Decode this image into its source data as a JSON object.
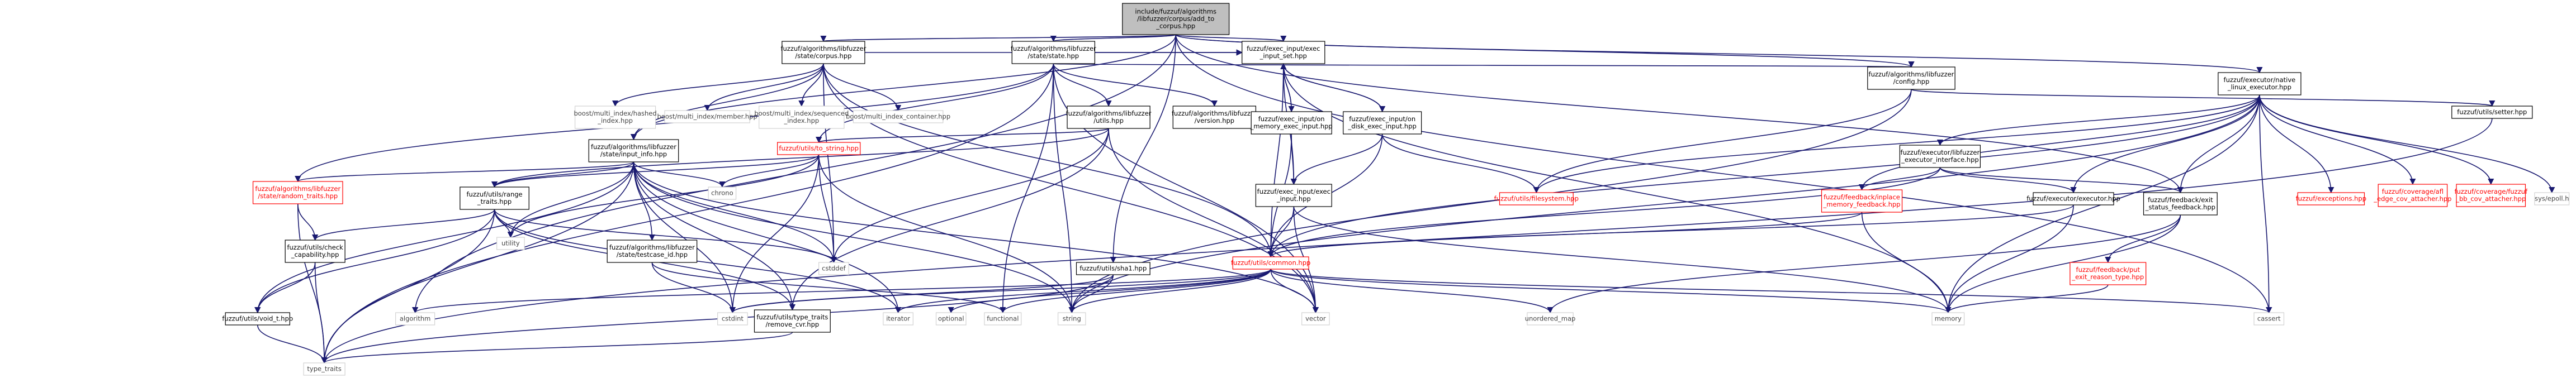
{
  "nodes": [
    {
      "id": "root",
      "lines": [
        "include/fuzzuf/algorithms",
        "/libfuzzer/corpus/add_to",
        "_corpus.hpp"
      ],
      "kind": "root"
    },
    {
      "id": "corpus",
      "lines": [
        "fuzzuf/algorithms/libfuzzer",
        "/state/corpus.hpp"
      ],
      "kind": "normal"
    },
    {
      "id": "state",
      "lines": [
        "fuzzuf/algorithms/libfuzzer",
        "/state/state.hpp"
      ],
      "kind": "normal"
    },
    {
      "id": "execinput_set",
      "lines": [
        "fuzzuf/exec_input/exec",
        "_input_set.hpp"
      ],
      "kind": "normal"
    },
    {
      "id": "config",
      "lines": [
        "fuzzuf/algorithms/libfuzzer",
        "/config.hpp"
      ],
      "kind": "normal"
    },
    {
      "id": "native_linux",
      "lines": [
        "fuzzuf/executor/native",
        "_linux_executor.hpp"
      ],
      "kind": "normal"
    },
    {
      "id": "utils_setter",
      "lines": [
        "fuzzuf/utils/setter.hpp"
      ],
      "kind": "normal"
    },
    {
      "id": "mi_hashed",
      "lines": [
        "boost/multi_index/hashed",
        "_index.hpp"
      ],
      "kind": "plain"
    },
    {
      "id": "mi_member",
      "lines": [
        "boost/multi_index/member.hpp"
      ],
      "kind": "plain"
    },
    {
      "id": "mi_sequenced",
      "lines": [
        "boost/multi_index/sequenced",
        "_index.hpp"
      ],
      "kind": "plain"
    },
    {
      "id": "mi_container",
      "lines": [
        "boost/multi_index_container.hpp"
      ],
      "kind": "plain"
    },
    {
      "id": "input_info",
      "lines": [
        "fuzzuf/algorithms/libfuzzer",
        "/state/input_info.hpp"
      ],
      "kind": "normal"
    },
    {
      "id": "lf_utils",
      "lines": [
        "fuzzuf/algorithms/libfuzzer",
        "/utils.hpp"
      ],
      "kind": "normal"
    },
    {
      "id": "version",
      "lines": [
        "fuzzuf/algorithms/libfuzzer",
        "/version.hpp"
      ],
      "kind": "normal"
    },
    {
      "id": "to_string",
      "lines": [
        "fuzzuf/utils/to_string.hpp"
      ],
      "kind": "red"
    },
    {
      "id": "mem_exec_input",
      "lines": [
        "fuzzuf/exec_input/on",
        "_memory_exec_input.hpp"
      ],
      "kind": "normal"
    },
    {
      "id": "disk_exec_input",
      "lines": [
        "fuzzuf/exec_input/on",
        "_disk_exec_input.hpp"
      ],
      "kind": "normal"
    },
    {
      "id": "executor_if",
      "lines": [
        "fuzzuf/executor/libfuzzer",
        "_executor_interface.hpp"
      ],
      "kind": "normal"
    },
    {
      "id": "random_traits",
      "lines": [
        "fuzzuf/algorithms/libfuzzer",
        "/state/random_traits.hpp"
      ],
      "kind": "red"
    },
    {
      "id": "range_traits",
      "lines": [
        "fuzzuf/utils/range",
        "_traits.hpp"
      ],
      "kind": "normal"
    },
    {
      "id": "chrono",
      "lines": [
        "chrono"
      ],
      "kind": "plain"
    },
    {
      "id": "exec_input",
      "lines": [
        "fuzzuf/exec_input/exec",
        "_input.hpp"
      ],
      "kind": "normal"
    },
    {
      "id": "filesystem",
      "lines": [
        "fuzzuf/utils/filesystem.hpp"
      ],
      "kind": "red"
    },
    {
      "id": "inplace_fb",
      "lines": [
        "fuzzuf/feedback/inplace",
        "_memory_feedback.hpp"
      ],
      "kind": "red"
    },
    {
      "id": "executor",
      "lines": [
        "fuzzuf/executor/executor.hpp"
      ],
      "kind": "normal"
    },
    {
      "id": "exit_status_fb",
      "lines": [
        "fuzzuf/feedback/exit",
        "_status_feedback.hpp"
      ],
      "kind": "normal"
    },
    {
      "id": "exceptions",
      "lines": [
        "fuzzuf/exceptions.hpp"
      ],
      "kind": "red"
    },
    {
      "id": "afl_edge",
      "lines": [
        "fuzzuf/coverage/afl",
        "_edge_cov_attacher.hpp"
      ],
      "kind": "red"
    },
    {
      "id": "fuzzuf_bb",
      "lines": [
        "fuzzuf/coverage/fuzzuf",
        "_bb_cov_attacher.hpp"
      ],
      "kind": "red"
    },
    {
      "id": "epoll",
      "lines": [
        "sys/epoll.h"
      ],
      "kind": "plain"
    },
    {
      "id": "check_cap",
      "lines": [
        "fuzzuf/utils/check",
        "_capability.hpp"
      ],
      "kind": "normal"
    },
    {
      "id": "utility",
      "lines": [
        "utility"
      ],
      "kind": "plain"
    },
    {
      "id": "testcase_id",
      "lines": [
        "fuzzuf/algorithms/libfuzzer",
        "/state/testcase_id.hpp"
      ],
      "kind": "normal"
    },
    {
      "id": "sha1",
      "lines": [
        "fuzzuf/utils/sha1.hpp"
      ],
      "kind": "normal"
    },
    {
      "id": "common",
      "lines": [
        "fuzzuf/utils/common.hpp"
      ],
      "kind": "red"
    },
    {
      "id": "cstddef",
      "lines": [
        "cstddef"
      ],
      "kind": "plain"
    },
    {
      "id": "exit_reason",
      "lines": [
        "fuzzuf/feedback/put",
        "_exit_reason_type.hpp"
      ],
      "kind": "red"
    },
    {
      "id": "void_t",
      "lines": [
        "fuzzuf/utils/void_t.hpp"
      ],
      "kind": "normal"
    },
    {
      "id": "algorithm",
      "lines": [
        "algorithm"
      ],
      "kind": "plain"
    },
    {
      "id": "cstdint",
      "lines": [
        "cstdint"
      ],
      "kind": "plain"
    },
    {
      "id": "remove_cvr",
      "lines": [
        "fuzzuf/utils/type_traits",
        "/remove_cvr.hpp"
      ],
      "kind": "normal"
    },
    {
      "id": "iterator",
      "lines": [
        "iterator"
      ],
      "kind": "plain"
    },
    {
      "id": "optional",
      "lines": [
        "optional"
      ],
      "kind": "plain"
    },
    {
      "id": "functional",
      "lines": [
        "functional"
      ],
      "kind": "plain"
    },
    {
      "id": "string",
      "lines": [
        "string"
      ],
      "kind": "plain"
    },
    {
      "id": "vector",
      "lines": [
        "vector"
      ],
      "kind": "plain"
    },
    {
      "id": "unordered_map",
      "lines": [
        "unordered_map"
      ],
      "kind": "plain"
    },
    {
      "id": "memory",
      "lines": [
        "memory"
      ],
      "kind": "plain"
    },
    {
      "id": "cassert",
      "lines": [
        "cassert"
      ],
      "kind": "plain"
    },
    {
      "id": "type_traits",
      "lines": [
        "type_traits"
      ],
      "kind": "plain"
    }
  ],
  "edges": [
    [
      "root",
      "corpus"
    ],
    [
      "root",
      "state"
    ],
    [
      "root",
      "execinput_set"
    ],
    [
      "root",
      "config"
    ],
    [
      "root",
      "native_linux"
    ],
    [
      "root",
      "input_info"
    ],
    [
      "root",
      "sha1"
    ],
    [
      "root",
      "exit_status_fb"
    ],
    [
      "root",
      "algorithm"
    ],
    [
      "root",
      "cassert"
    ],
    [
      "corpus",
      "mi_hashed"
    ],
    [
      "corpus",
      "mi_member"
    ],
    [
      "corpus",
      "mi_sequenced"
    ],
    [
      "corpus",
      "mi_container"
    ],
    [
      "corpus",
      "input_info"
    ],
    [
      "corpus",
      "execinput_set"
    ],
    [
      "corpus",
      "vector"
    ],
    [
      "corpus",
      "cstddef"
    ],
    [
      "corpus",
      "common"
    ],
    [
      "state",
      "execinput_set"
    ],
    [
      "state",
      "lf_utils"
    ],
    [
      "state",
      "version"
    ],
    [
      "state",
      "config"
    ],
    [
      "state",
      "random_traits"
    ],
    [
      "state",
      "to_string"
    ],
    [
      "state",
      "vector"
    ],
    [
      "state",
      "string"
    ],
    [
      "state",
      "functional"
    ],
    [
      "state",
      "type_traits"
    ],
    [
      "config",
      "utils_setter"
    ],
    [
      "config",
      "filesystem"
    ],
    [
      "config",
      "string"
    ],
    [
      "utils_setter",
      "type_traits"
    ],
    [
      "execinput_set",
      "mem_exec_input"
    ],
    [
      "execinput_set",
      "disk_exec_input"
    ],
    [
      "execinput_set",
      "exec_input"
    ],
    [
      "execinput_set",
      "common"
    ],
    [
      "execinput_set",
      "memory"
    ],
    [
      "mem_exec_input",
      "exec_input"
    ],
    [
      "mem_exec_input",
      "common"
    ],
    [
      "mem_exec_input",
      "execinput_set"
    ],
    [
      "disk_exec_input",
      "exec_input"
    ],
    [
      "disk_exec_input",
      "filesystem"
    ],
    [
      "disk_exec_input",
      "common"
    ],
    [
      "disk_exec_input",
      "execinput_set"
    ],
    [
      "exec_input",
      "common"
    ],
    [
      "exec_input",
      "vector"
    ],
    [
      "exec_input",
      "memory"
    ],
    [
      "lf_utils",
      "to_string"
    ],
    [
      "lf_utils",
      "range_traits"
    ],
    [
      "lf_utils",
      "cstddef"
    ],
    [
      "lf_utils",
      "remove_cvr"
    ],
    [
      "lf_utils",
      "vector"
    ],
    [
      "to_string",
      "chrono"
    ],
    [
      "to_string",
      "range_traits"
    ],
    [
      "to_string",
      "utility"
    ],
    [
      "to_string",
      "cstddef"
    ],
    [
      "to_string",
      "string"
    ],
    [
      "to_string",
      "cstdint"
    ],
    [
      "input_info",
      "random_traits"
    ],
    [
      "input_info",
      "range_traits"
    ],
    [
      "input_info",
      "testcase_id"
    ],
    [
      "input_info",
      "chrono"
    ],
    [
      "input_info",
      "utility"
    ],
    [
      "input_info",
      "cstddef"
    ],
    [
      "input_info",
      "void_t"
    ],
    [
      "input_info",
      "cstdint"
    ],
    [
      "input_info",
      "remove_cvr"
    ],
    [
      "input_info",
      "iterator"
    ],
    [
      "input_info",
      "string"
    ],
    [
      "input_info",
      "vector"
    ],
    [
      "input_info",
      "type_traits"
    ],
    [
      "random_traits",
      "check_cap"
    ],
    [
      "random_traits",
      "type_traits"
    ],
    [
      "range_traits",
      "check_cap"
    ],
    [
      "range_traits",
      "void_t"
    ],
    [
      "range_traits",
      "utility"
    ],
    [
      "range_traits",
      "remove_cvr"
    ],
    [
      "range_traits",
      "iterator"
    ],
    [
      "range_traits",
      "cstddef"
    ],
    [
      "range_traits",
      "type_traits"
    ],
    [
      "check_cap",
      "void_t"
    ],
    [
      "check_cap",
      "type_traits"
    ],
    [
      "void_t",
      "type_traits"
    ],
    [
      "remove_cvr",
      "type_traits"
    ],
    [
      "testcase_id",
      "cstdint"
    ],
    [
      "testcase_id",
      "functional"
    ],
    [
      "sha1",
      "string"
    ],
    [
      "sha1",
      "cstdint"
    ],
    [
      "sha1",
      "type_traits"
    ],
    [
      "executor_if",
      "executor"
    ],
    [
      "executor_if",
      "inplace_fb"
    ],
    [
      "executor_if",
      "exit_status_fb"
    ],
    [
      "executor_if",
      "common"
    ],
    [
      "native_linux",
      "executor_if"
    ],
    [
      "native_linux",
      "executor"
    ],
    [
      "native_linux",
      "inplace_fb"
    ],
    [
      "native_linux",
      "exit_status_fb"
    ],
    [
      "native_linux",
      "filesystem"
    ],
    [
      "native_linux",
      "exceptions"
    ],
    [
      "native_linux",
      "afl_edge"
    ],
    [
      "native_linux",
      "fuzzuf_bb"
    ],
    [
      "native_linux",
      "epoll"
    ],
    [
      "native_linux",
      "common"
    ],
    [
      "native_linux",
      "memory"
    ],
    [
      "native_linux",
      "cassert"
    ],
    [
      "native_linux",
      "string"
    ],
    [
      "executor",
      "common"
    ],
    [
      "executor",
      "memory"
    ],
    [
      "inplace_fb",
      "common"
    ],
    [
      "inplace_fb",
      "memory"
    ],
    [
      "exit_status_fb",
      "exit_reason"
    ],
    [
      "exit_status_fb",
      "memory"
    ],
    [
      "exit_status_fb",
      "unordered_map"
    ],
    [
      "exit_reason",
      "memory"
    ],
    [
      "common",
      "algorithm"
    ],
    [
      "common",
      "cstdint"
    ],
    [
      "common",
      "iterator"
    ],
    [
      "common",
      "optional"
    ],
    [
      "common",
      "functional"
    ],
    [
      "common",
      "string"
    ],
    [
      "common",
      "vector"
    ],
    [
      "common",
      "unordered_map"
    ],
    [
      "common",
      "memory"
    ],
    [
      "common",
      "cassert"
    ]
  ]
}
